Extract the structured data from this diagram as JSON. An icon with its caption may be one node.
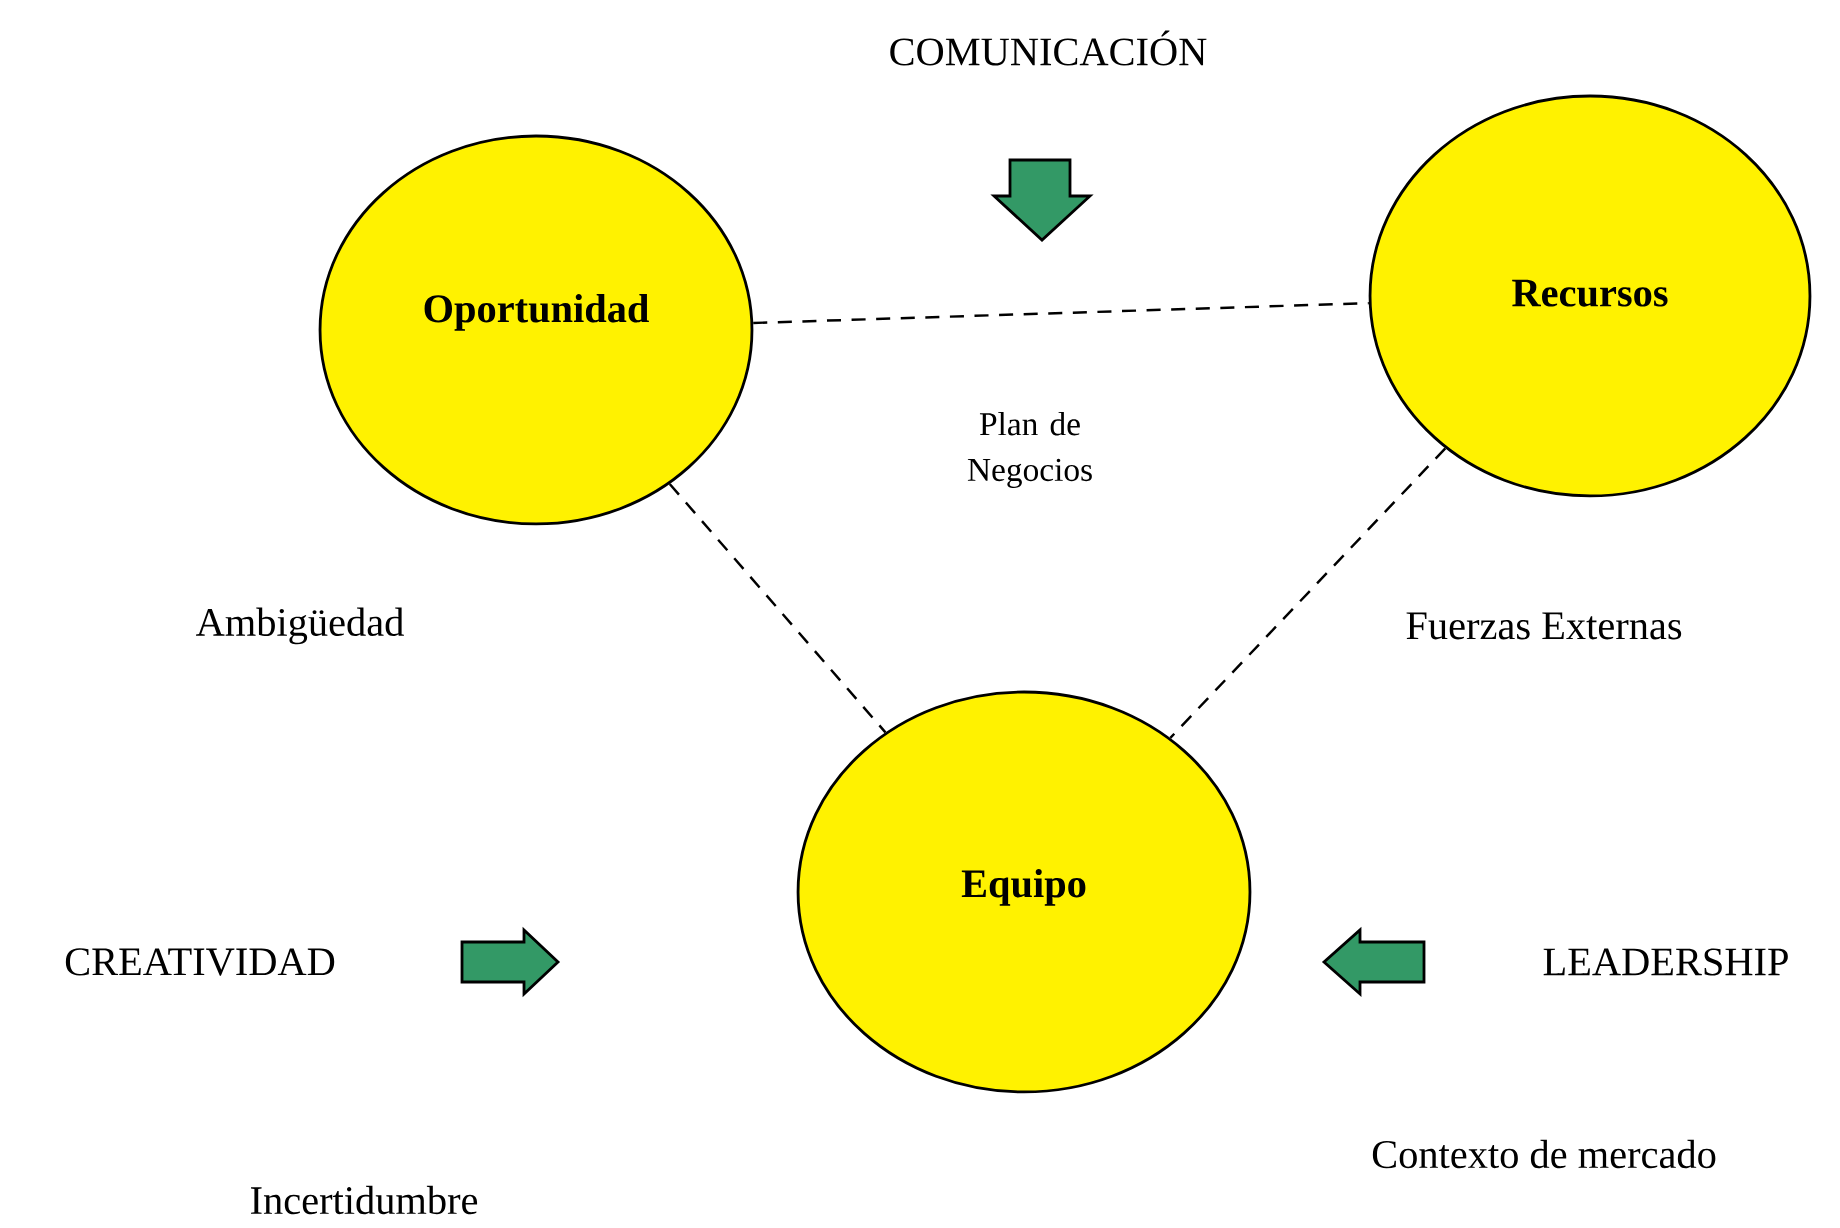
{
  "diagram": {
    "nodes": [
      {
        "text": [
          "Oportunidad"
        ]
      },
      {
        "text": [
          "Recursos"
        ]
      },
      {
        "text": [
          "Equipo"
        ]
      }
    ],
    "edges": [
      {
        "from": 0,
        "to": 1,
        "arrow": "none",
        "style": "dashed"
      },
      {
        "from": 0,
        "to": 2,
        "arrow": "none",
        "style": "dashed"
      },
      {
        "from": 1,
        "to": 2,
        "arrow": "none",
        "style": "dashed"
      }
    ],
    "labels": [
      "COMUNICACIÓN",
      "Plan de Negocios",
      "Ambigüedad",
      "Fuerzas Externas",
      "CREATIVIDAD",
      "LEADERSHIP",
      "Contexto de mercado",
      "Incertidumbre"
    ]
  }
}
